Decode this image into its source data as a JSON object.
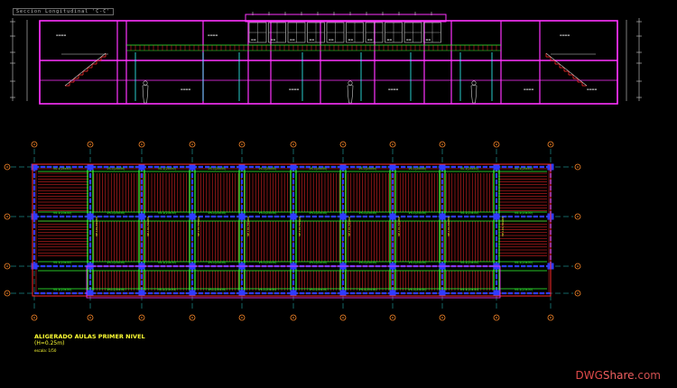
{
  "drawing": {
    "section_title": "Seccion  Longitudinal  'C-C'",
    "plan_title": "ALIGERADO AULAS PRIMER  NIVEL",
    "plan_subtitle": "(H=0.25m)",
    "plan_scale": "escala: 1/50",
    "beam_label_top": "VS-1(25x50)",
    "beam_label_vertical": "VP-101(30x60)",
    "watermark": {
      "part1": "DWG",
      "part2": "Share",
      "part3": ".com"
    }
  },
  "colors": {
    "background": "#000000",
    "wall_magenta": "#ff33ff",
    "beam_red": "#ff2a2a",
    "column_blue": "#2f3bff",
    "joist_green": "#33ff33",
    "axis_cyan": "#33ffff",
    "annotation_yellow": "#ffff33",
    "bubble_orange": "#ff8a2a",
    "wall_white": "#d0d0d0"
  },
  "icons": [
    "human-figure-icon",
    "staircase-icon",
    "axis-bubble-icon"
  ]
}
